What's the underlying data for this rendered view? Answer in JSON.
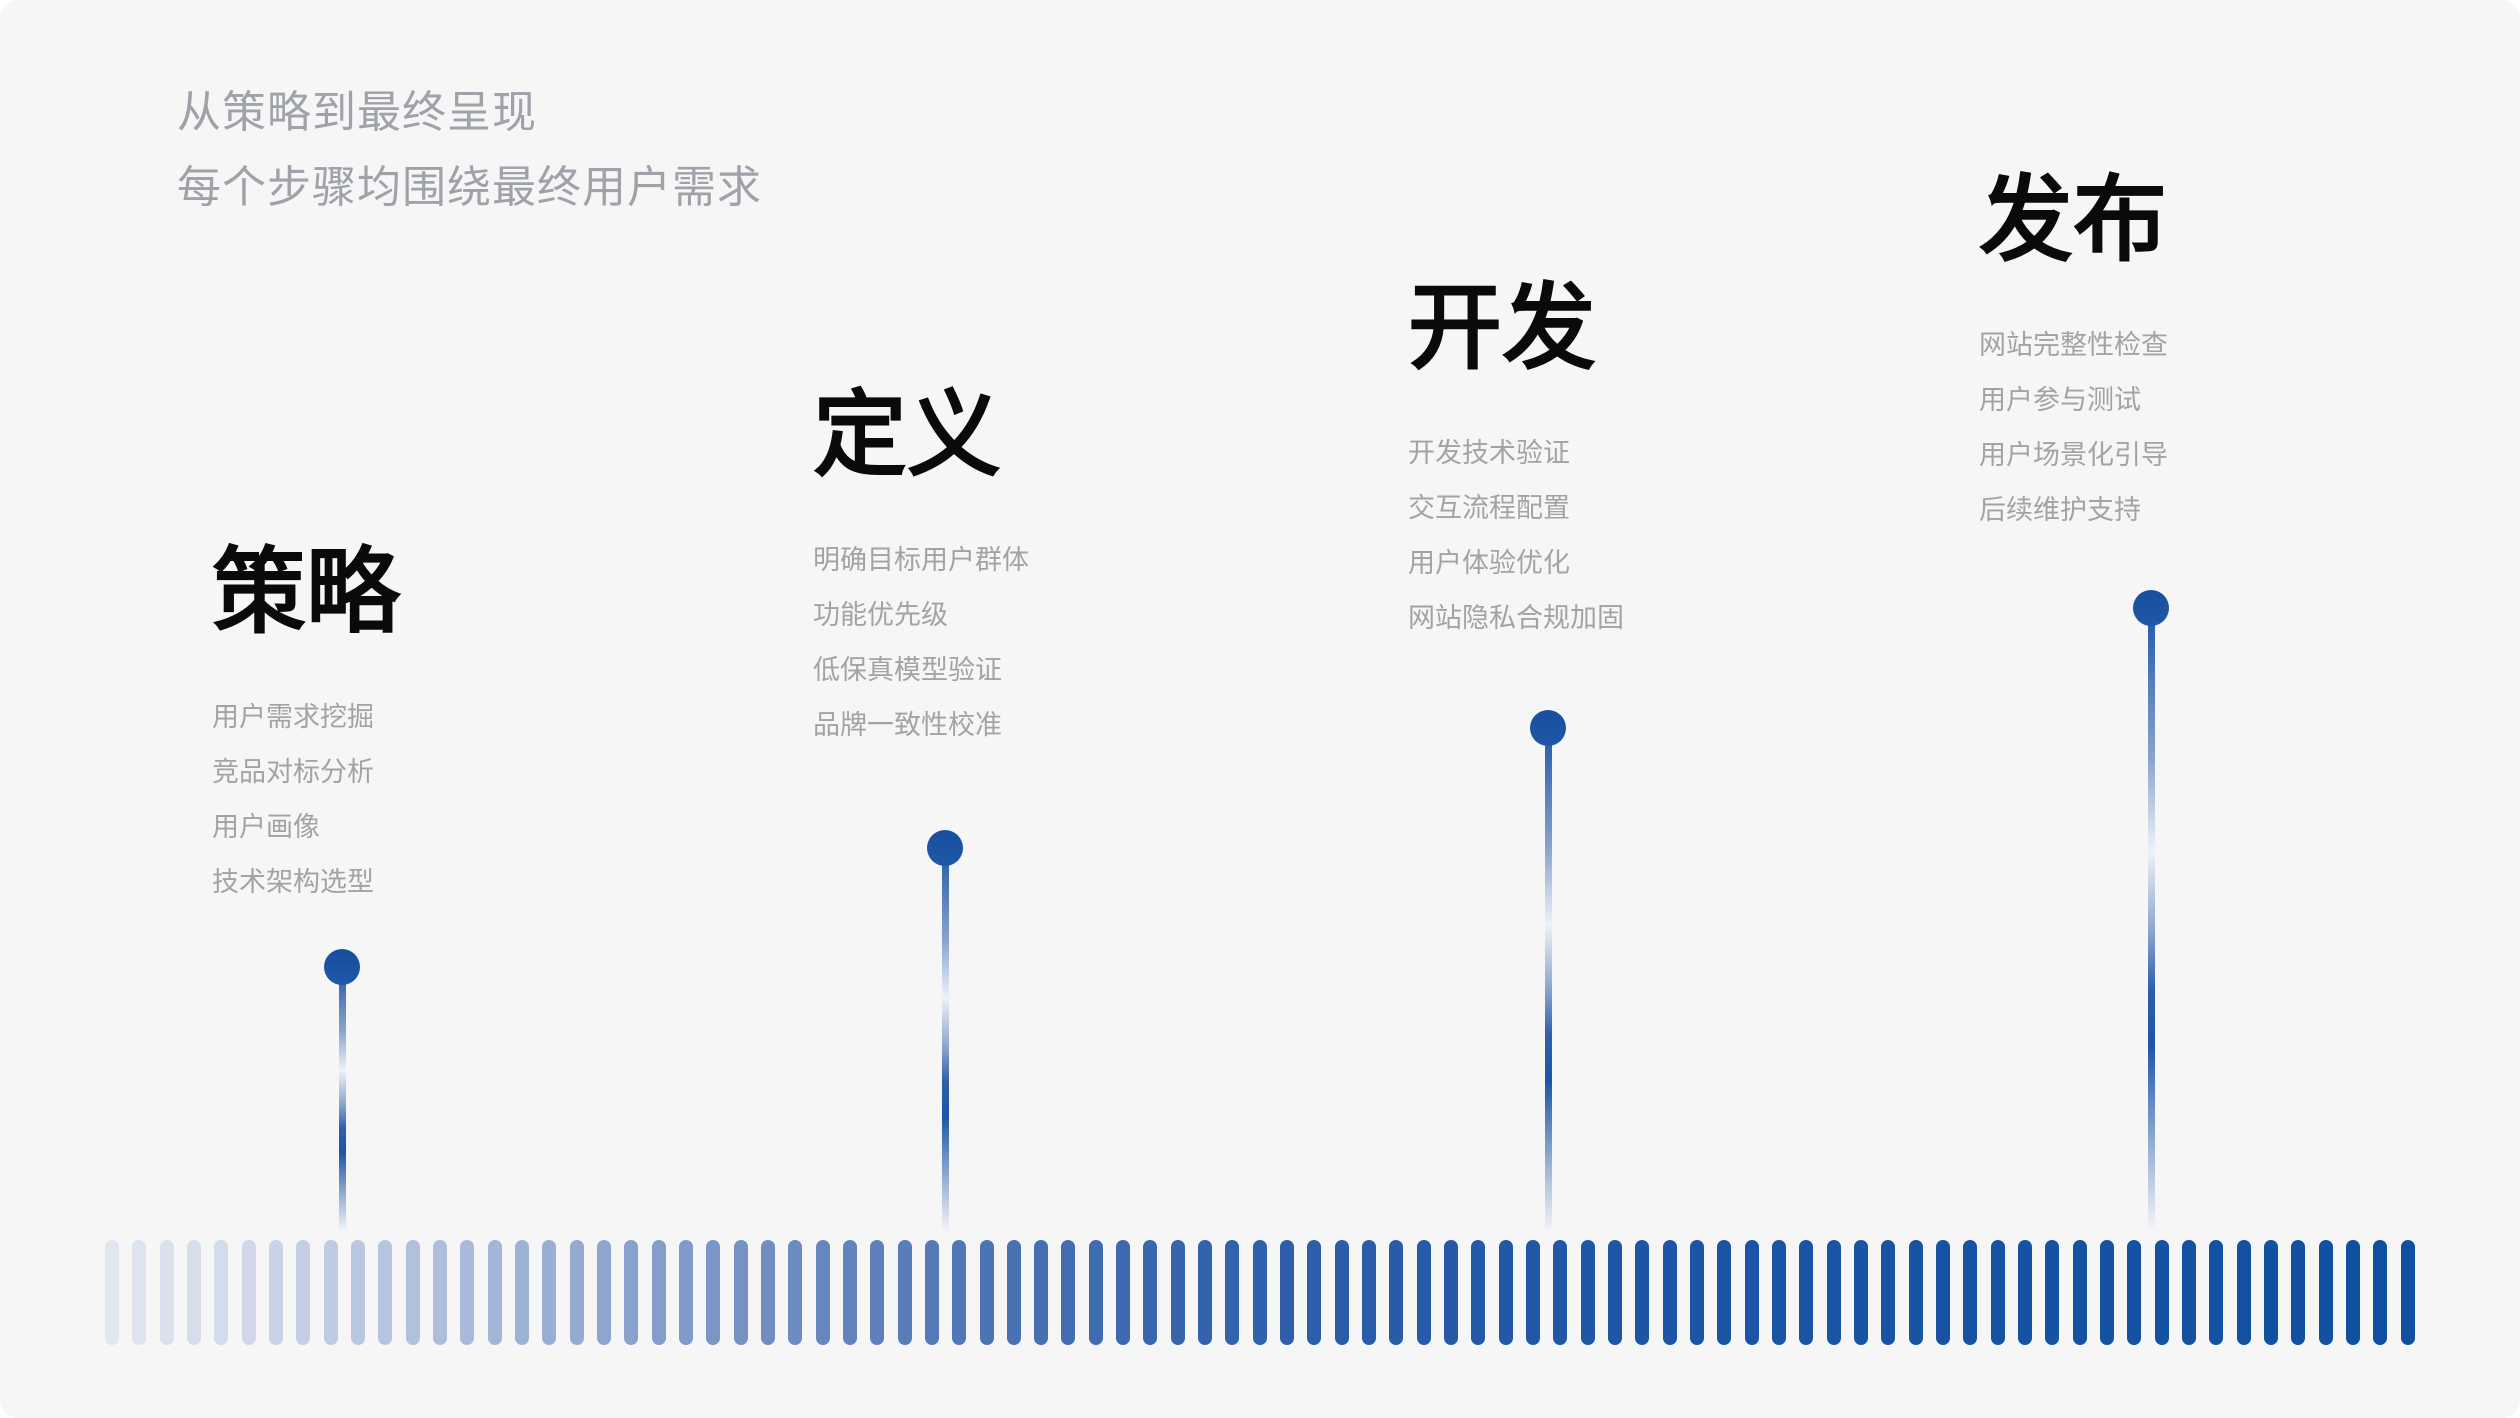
{
  "header": {
    "line1": "从策略到最终呈现",
    "line2": "每个步骤均围绕最终用户需求"
  },
  "stages": [
    {
      "title": "策略",
      "items": [
        "用户需求挖掘",
        "竞品对标分析",
        "用户画像",
        "技术架构选型"
      ]
    },
    {
      "title": "定义",
      "items": [
        "明确目标用户群体",
        "功能优先级",
        "低保真模型验证",
        "品牌一致性校准"
      ]
    },
    {
      "title": "开发",
      "items": [
        "开发技术验证",
        "交互流程配置",
        "用户体验优化",
        "网站隐私合规加固"
      ]
    },
    {
      "title": "发布",
      "items": [
        "网站完整性检查",
        "用户参与测试",
        "用户场景化引导",
        "后续维护支持"
      ]
    }
  ],
  "timeline": {
    "bar_count": 85,
    "gradient_stops": [
      {
        "t": 0.0,
        "color": "#e1e6f0"
      },
      {
        "t": 0.05,
        "color": "#d2dbea"
      },
      {
        "t": 0.1,
        "color": "#bdc9e2"
      },
      {
        "t": 0.16,
        "color": "#a6b8d8"
      },
      {
        "t": 0.22,
        "color": "#8ca4ce"
      },
      {
        "t": 0.28,
        "color": "#7390c3"
      },
      {
        "t": 0.34,
        "color": "#5a7eba"
      },
      {
        "t": 0.4,
        "color": "#4670b3"
      },
      {
        "t": 0.46,
        "color": "#3765ae"
      },
      {
        "t": 0.54,
        "color": "#2a5ca9"
      },
      {
        "t": 0.66,
        "color": "#1d55a5"
      },
      {
        "t": 1.0,
        "color": "#1050a0"
      }
    ]
  },
  "colors": {
    "page_background": "#ffffff",
    "canvas_background": "#f6f6f7",
    "title_text": "#0a0a0a",
    "subtitle_text": "#9fa3a9",
    "item_text": "#a3a3a3",
    "accent_blue": "#1b55a7",
    "timeline_light": "#e1e6f0",
    "timeline_dark": "#1050a0"
  }
}
